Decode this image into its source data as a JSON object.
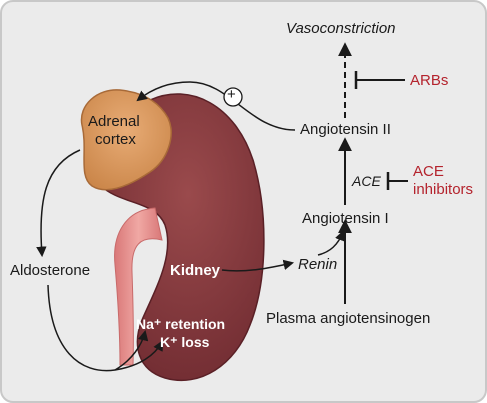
{
  "labels": {
    "vasoconstriction": "Vasoconstriction",
    "arbs": "ARBs",
    "angiotensin_ii": "Angiotensin II",
    "ace": "ACE",
    "ace_inhibitors_line1": "ACE",
    "ace_inhibitors_line2": "inhibitors",
    "angiotensin_i": "Angiotensin I",
    "renin": "Renin",
    "plasma_angiotensinogen": "Plasma angiotensinogen",
    "adrenal_cortex_line1": "Adrenal",
    "adrenal_cortex_line2": "cortex",
    "aldosterone": "Aldosterone",
    "kidney": "Kidney",
    "na_retention": "Na⁺ retention",
    "k_loss": "K⁺ loss",
    "plus_sign": "+"
  },
  "colors": {
    "background": "#ebebeb",
    "border": "#c8c8c8",
    "kidney": "#7a3136",
    "kidney_highlight": "#9a4a4c",
    "ureter": "#e48f8e",
    "adrenal": "#d8955c",
    "inhibitor_text": "#b4232d",
    "arrow": "#1a1a1a"
  }
}
